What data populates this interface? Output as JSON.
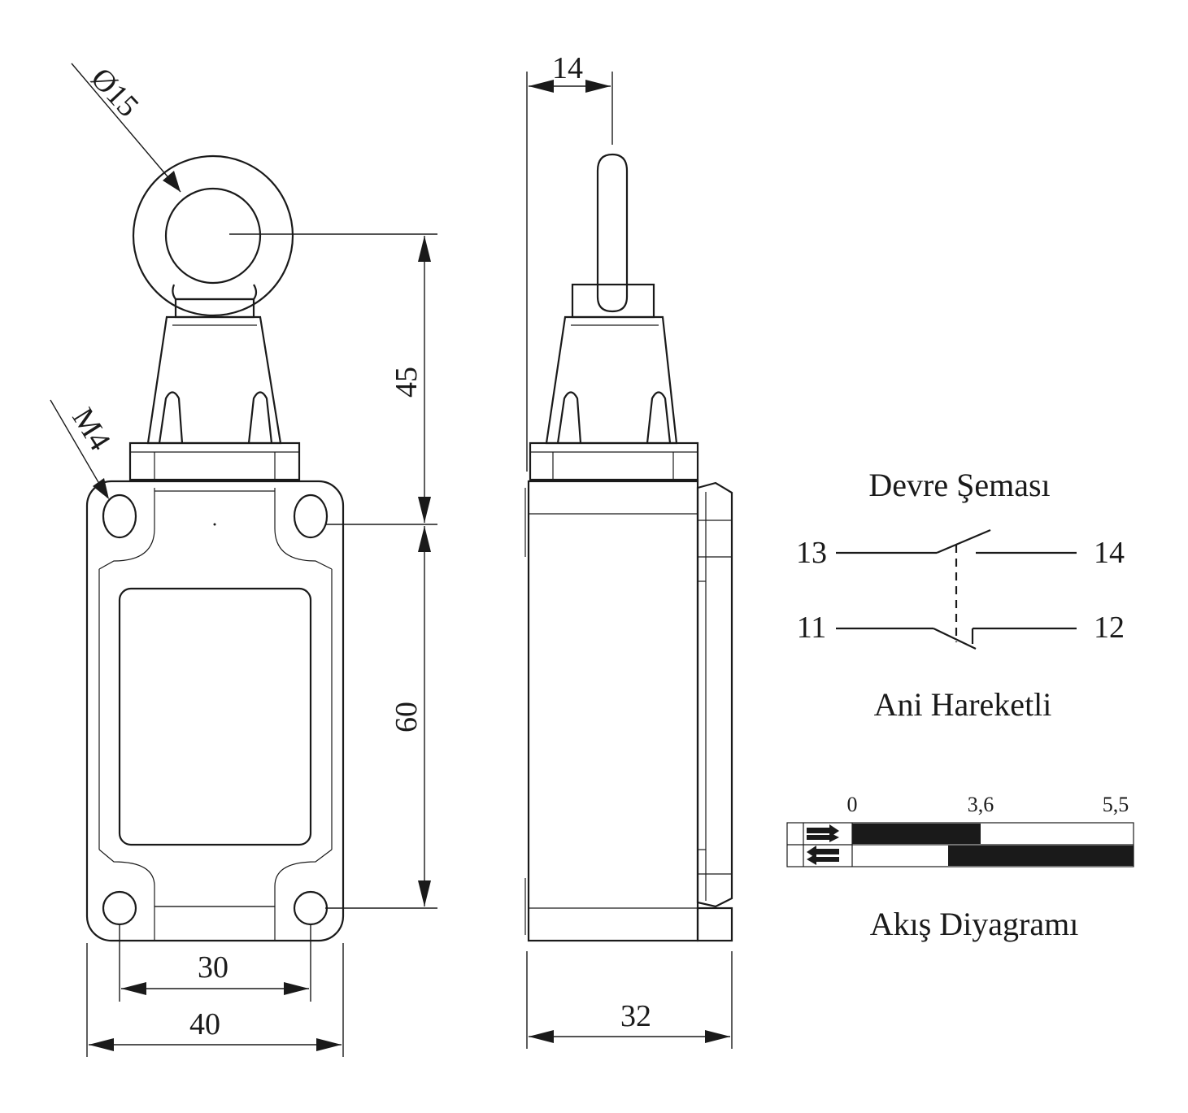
{
  "dimensions": {
    "diameter": "Ø15",
    "thread": "M4",
    "height_top": "45",
    "height_body": "60",
    "hole_spacing": "30",
    "width_front": "40",
    "lever_offset": "14",
    "depth_side": "32"
  },
  "circuit": {
    "title": "Devre Şeması",
    "pin_13": "13",
    "pin_14": "14",
    "pin_11": "11",
    "pin_12": "12",
    "action": "Ani Hareketli"
  },
  "flow": {
    "title": "Akış Diyagramı",
    "tick_0": "0",
    "tick_1": "3,6",
    "tick_2": "5,5"
  }
}
